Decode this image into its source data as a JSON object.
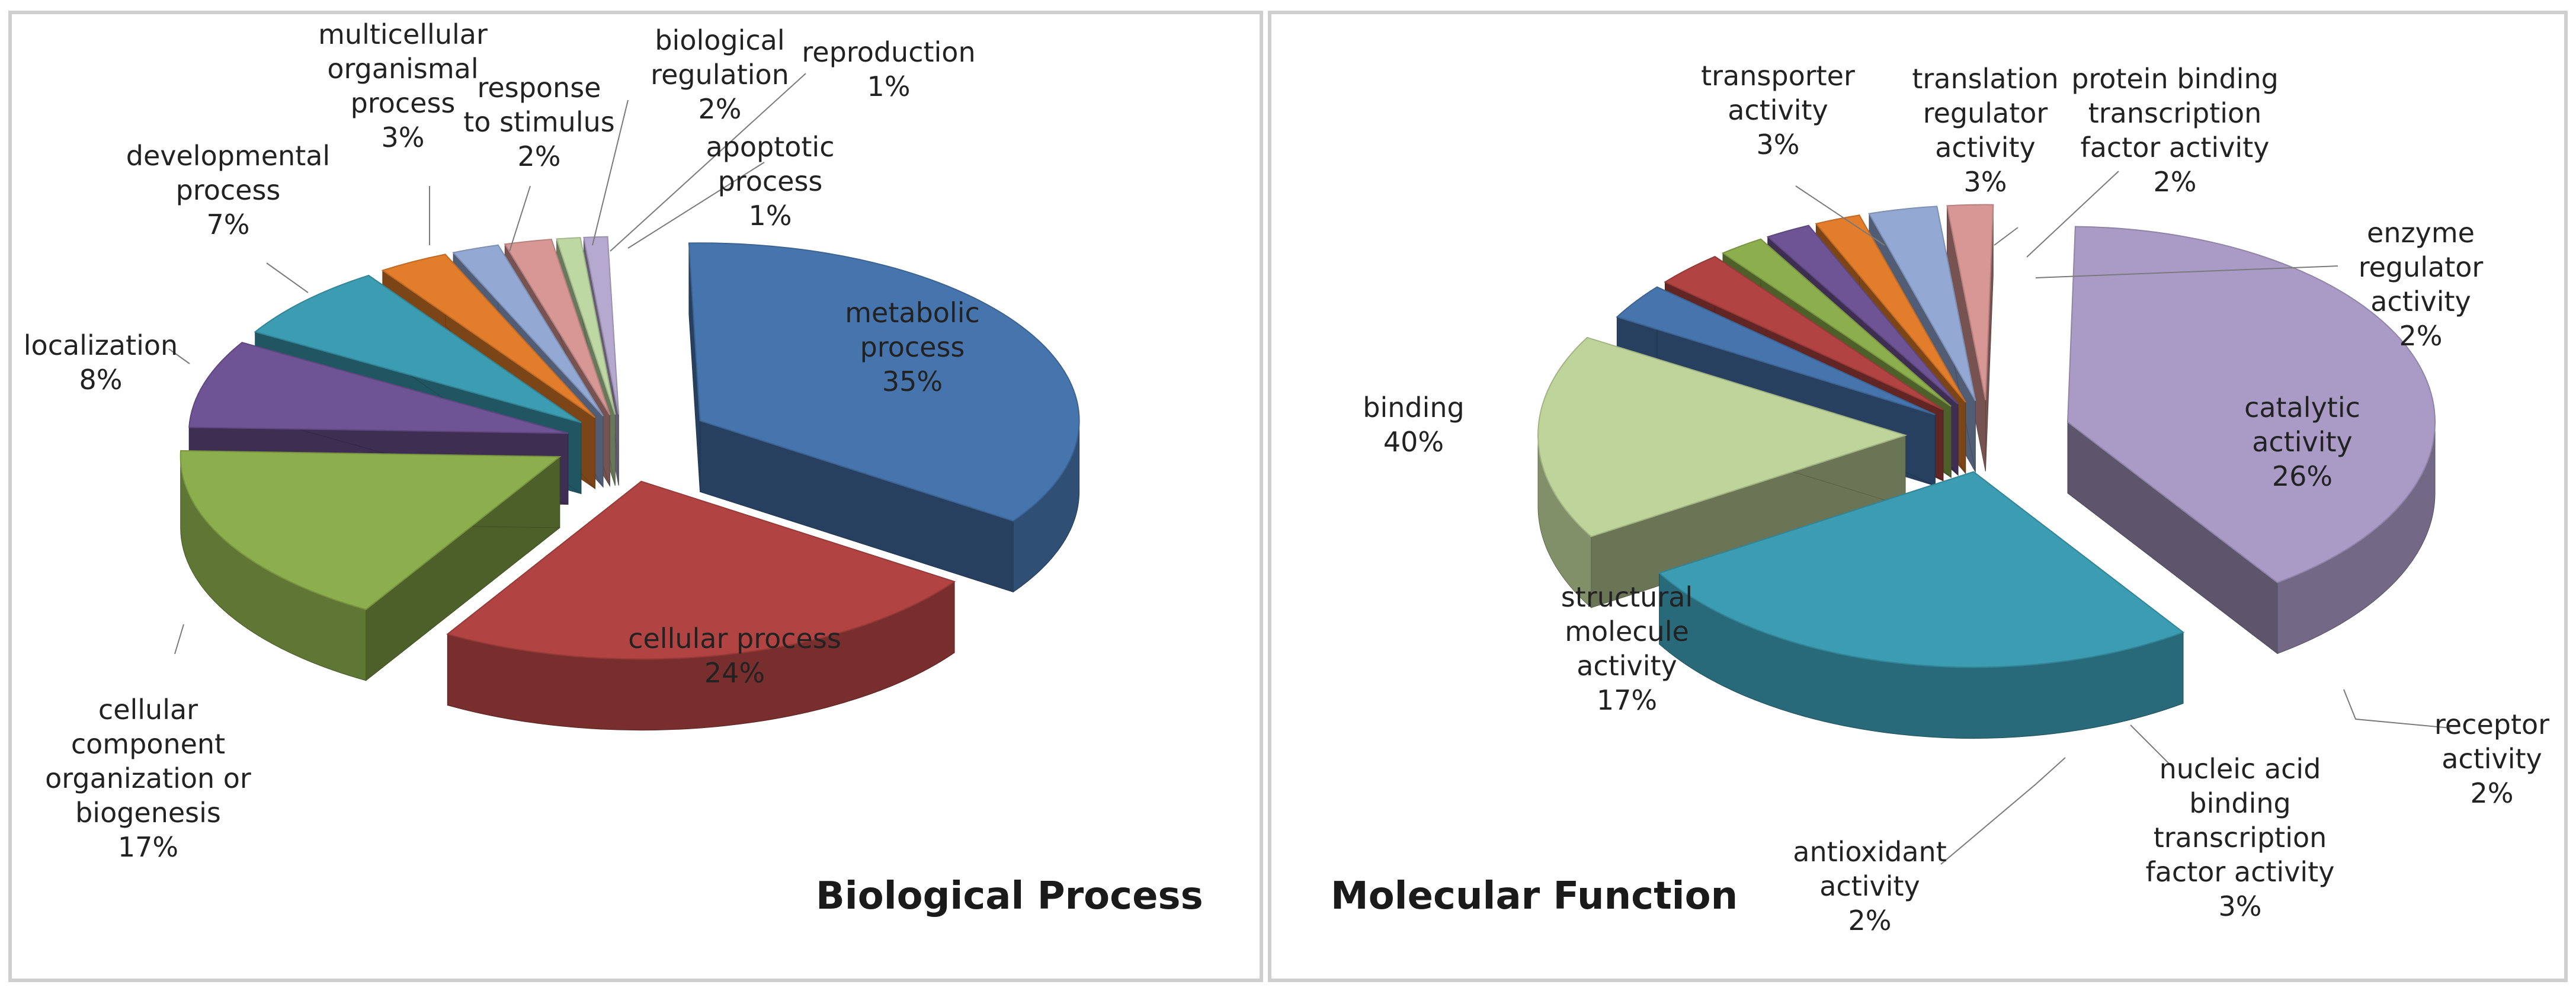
{
  "chart_data": [
    {
      "type": "pie",
      "title": "Biological Process",
      "categories": [
        "metabolic process",
        "cellular process",
        "cellular component organization or biogenesis",
        "localization",
        "developmental process",
        "multicellular organismal process",
        "response to stimulus",
        "biological regulation",
        "reproduction",
        "apoptotic process"
      ],
      "values": [
        35,
        24,
        17,
        8,
        7,
        3,
        2,
        2,
        1,
        1
      ],
      "labels": [
        [
          "metabolic",
          "process",
          "35%"
        ],
        [
          "cellular process",
          "24%"
        ],
        [
          "cellular",
          "component",
          "organization or",
          "biogenesis",
          "17%"
        ],
        [
          "localization",
          "8%"
        ],
        [
          "developmental",
          "process",
          "7%"
        ],
        [
          "multicellular",
          "organismal",
          "process",
          "3%"
        ],
        [
          "response",
          "to stimulus",
          "2%"
        ],
        [
          "biological",
          "regulation",
          "2%"
        ],
        [
          "reproduction",
          "1%"
        ],
        [
          "apoptotic",
          "process",
          "1%"
        ]
      ],
      "colors": [
        "#4674ac",
        "#b14442",
        "#8dae4d",
        "#6f5495",
        "#3b9cb2",
        "#e27d2c",
        "#93a9d3",
        "#d79794",
        "#bed8a3",
        "#b6a9cf"
      ]
    },
    {
      "type": "pie",
      "title": "Molecular Function",
      "categories": [
        "binding",
        "catalytic activity",
        "structural molecule activity",
        "transporter activity",
        "translation regulator activity",
        "protein binding transcription factor activity",
        "enzyme regulator activity",
        "receptor activity",
        "nucleic acid binding transcription factor activity",
        "antioxidant activity"
      ],
      "values": [
        40,
        26,
        17,
        3,
        3,
        2,
        2,
        2,
        3,
        2
      ],
      "labels": [
        [
          "binding",
          "40%"
        ],
        [
          "catalytic",
          "activity",
          "26%"
        ],
        [
          "structural",
          "molecule",
          "activity",
          "17%"
        ],
        [
          "transporter",
          "activity",
          "3%"
        ],
        [
          "translation",
          "regulator",
          "activity",
          "3%"
        ],
        [
          "protein binding",
          "transcription",
          "factor activity",
          "2%"
        ],
        [
          "enzyme",
          "regulator",
          "activity",
          "2%"
        ],
        [
          "receptor",
          "activity",
          "2%"
        ],
        [
          "nucleic acid",
          "binding",
          "transcription",
          "factor activity",
          "3%"
        ],
        [
          "antioxidant",
          "activity",
          "2%"
        ]
      ],
      "colors": [
        "#a99bc5",
        "#3b9cb2",
        "#bfd49a",
        "#4674ac",
        "#b14442",
        "#8dae4d",
        "#6f5495",
        "#e27d2c",
        "#93a9d3",
        "#d79794"
      ]
    }
  ]
}
